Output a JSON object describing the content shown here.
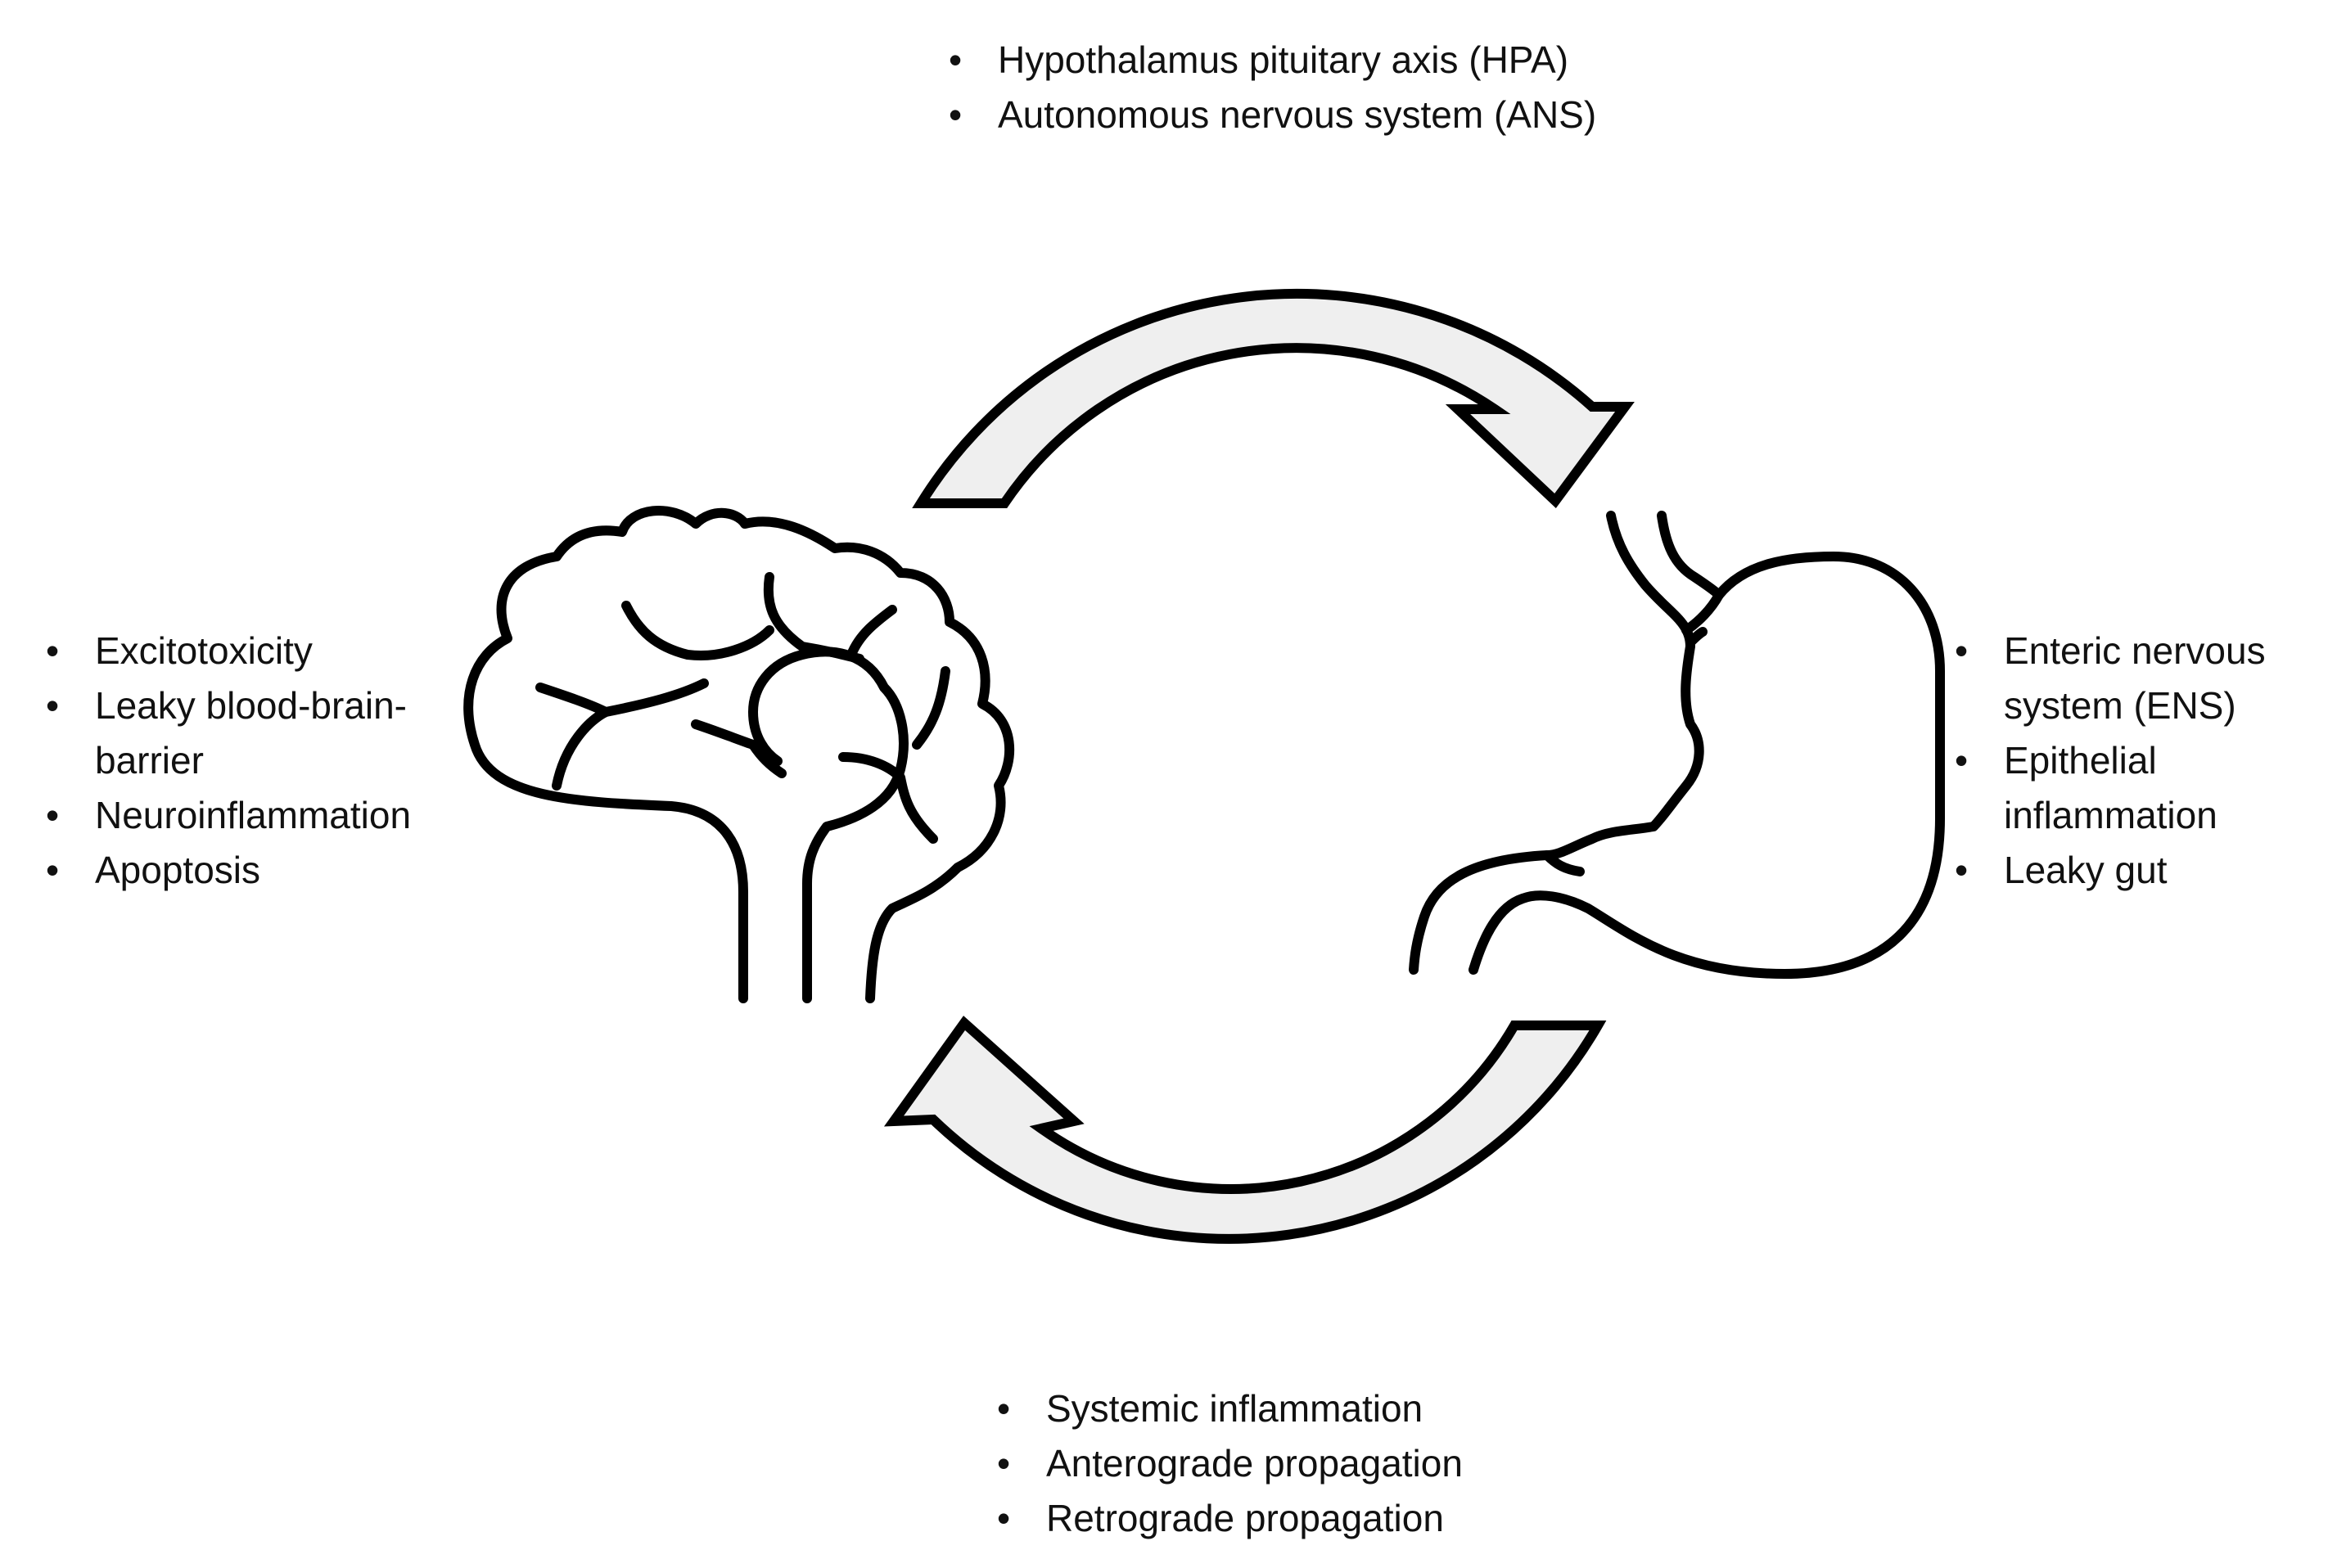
{
  "diagram": {
    "top_mechanisms": [
      "Hypothalamus pituitary axis (HPA)",
      "Autonomous nervous system (ANS)"
    ],
    "brain_effects": [
      "Excitotoxicity",
      "Leaky blood-brain-barrier",
      "Neuroinflammation",
      "Apoptosis"
    ],
    "gut_effects": [
      "Enteric nervous system (ENS)",
      "Epithelial inflammation",
      "Leaky gut"
    ],
    "bottom_mechanisms": [
      "Systemic inflammation",
      "Anterograde propagation",
      "Retrograde propagation"
    ],
    "bullet": "•",
    "colors": {
      "outline": "#000000",
      "arrow_fill": "#efefef",
      "text": "#111111",
      "background": "#ffffff"
    },
    "icons": [
      "brain-icon",
      "stomach-icon",
      "arrow-brain-to-gut",
      "arrow-gut-to-brain"
    ]
  }
}
